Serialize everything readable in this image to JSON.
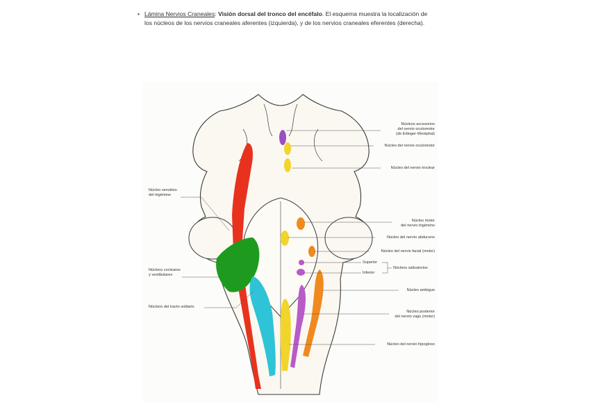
{
  "caption": {
    "bullet": "•",
    "title": "Lámina Nervios Craneales",
    "colon": ": ",
    "subtitle": "Visión dorsal del tronco del encéfalo",
    "rest": ". El esquema muestra la localización de los núcleos de los nervios craneales aferentes (izquierda), y de los nervios craneales eferentes (derecha)."
  },
  "labels_left": {
    "trigemino_sensitivo": "Núcleo sensitivo\ndel trigémino",
    "cocleares": "Núcleos cocleares\ny vestibulares",
    "tracto_solitario": "Núcleos del tracto solitario"
  },
  "labels_right": {
    "accesorios": "Núcleos accesorios\ndel nervio oculomotor\n(de Edinger-Westphal)",
    "oculomotor": "Núcleo del nervio oculomotor",
    "troclear": "Núcleo del nervio troclear",
    "motor_trigemino": "Núcleo motor\ndel nervio trigémino",
    "abducens": "Núcleo del nervio abducens",
    "facial": "Núcleo del nervio facial (motor)",
    "superior": "Superior",
    "inferior": "Inferior",
    "salivatorios": "Núcleos salivatorios",
    "ambiguo": "Núcleo ambiguo",
    "vago": "Núcleo posterior\ndel nervio vago (motor)",
    "hipogloso": "Núcleo del nervio hipogloso"
  },
  "colors": {
    "sensory_trigeminal": "#e8321e",
    "vestibulocochlear": "#1e9b1e",
    "solitary": "#2ec3d6",
    "oculomotor_accessory": "#9b4fc0",
    "somatic_motor": "#f2d52c",
    "branchial_motor": "#f08a1e",
    "visceral_motor": "#b85bc8",
    "outline": "#3a3a3a",
    "tissue": "#fbf8f2"
  }
}
